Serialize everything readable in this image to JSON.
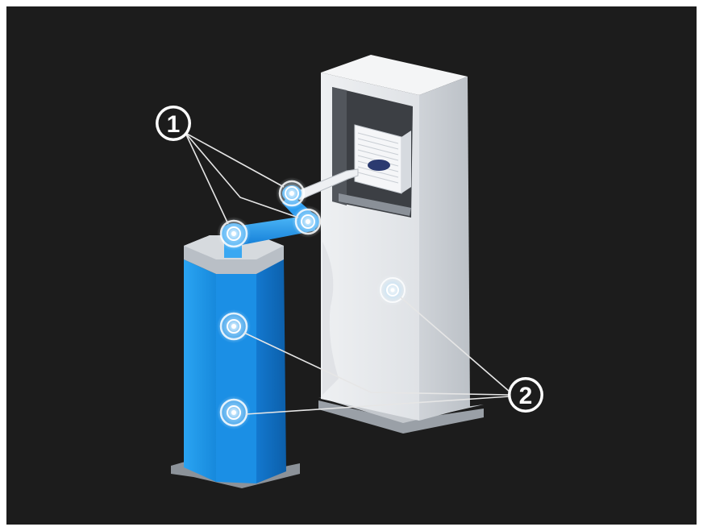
{
  "diagram": {
    "callouts": [
      {
        "id": "1",
        "label": "1"
      },
      {
        "id": "2",
        "label": "2"
      }
    ]
  },
  "colors": {
    "background": "#1c1c1c",
    "frame": "#ffffff",
    "tower_blue": "#1e95e8",
    "tower_blue_dark": "#0f6fc4",
    "cabinet": "#e6e9ec",
    "cabinet_shade": "#c9cdd2",
    "marker_glow": "#ffffff",
    "leader_line": "#e8e8e8"
  }
}
